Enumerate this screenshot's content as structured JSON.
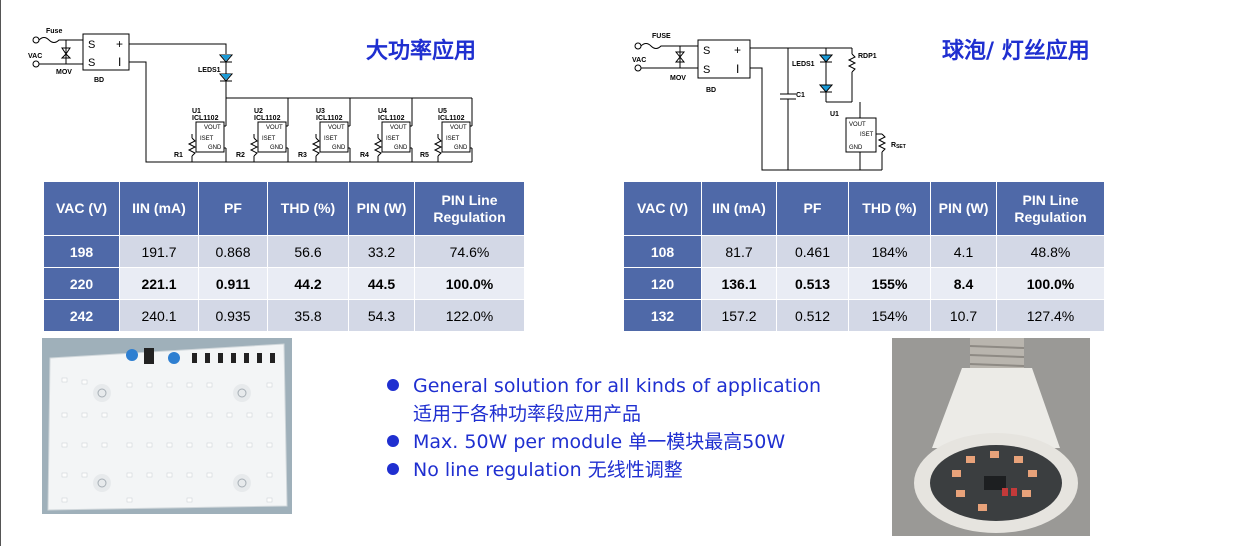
{
  "left": {
    "title": "大功率应用",
    "circuit_labels": {
      "fuse": "Fuse",
      "vac": "VAC",
      "mov": "MOV",
      "bd": "BD",
      "leds": "LEDS1",
      "units": [
        {
          "u": "U1",
          "ic": "ICL1102",
          "r": "R1"
        },
        {
          "u": "U2",
          "ic": "ICL1102",
          "r": "R2"
        },
        {
          "u": "U3",
          "ic": "ICL1102",
          "r": "R3"
        },
        {
          "u": "U4",
          "ic": "ICL1102",
          "r": "R4"
        },
        {
          "u": "U5",
          "ic": "ICL1102",
          "r": "R5"
        }
      ],
      "pins": {
        "vout": "VOUT",
        "iset": "ISET",
        "gnd": "GND"
      }
    },
    "table": {
      "headers": [
        "VAC (V)",
        "IIN (mA)",
        "PF",
        "THD (%)",
        "PIN (W)",
        "PIN Line Regulation"
      ],
      "rows": [
        [
          "198",
          "191.7",
          "0.868",
          "56.6",
          "33.2",
          "74.6%"
        ],
        [
          "220",
          "221.1",
          "0.911",
          "44.2",
          "44.5",
          "100.0%"
        ],
        [
          "242",
          "240.1",
          "0.935",
          "35.8",
          "54.3",
          "122.0%"
        ]
      ]
    }
  },
  "right": {
    "title": "球泡/ 灯丝应用",
    "circuit_labels": {
      "fuse": "FUSE",
      "vac": "VAC",
      "mov": "MOV",
      "bd": "BD",
      "c1": "C1",
      "leds": "LEDS1",
      "rdp": "RDP1",
      "u1": "U1",
      "rset": "R",
      "rset_sub": "SET",
      "pins": {
        "vout": "VOUT",
        "iset": "ISET",
        "gnd": "GND"
      }
    },
    "table": {
      "headers": [
        "VAC (V)",
        "IIN (mA)",
        "PF",
        "THD (%)",
        "PIN (W)",
        "PIN Line Regulation"
      ],
      "rows": [
        [
          "108",
          "81.7",
          "0.461",
          "184%",
          "4.1",
          "48.8%"
        ],
        [
          "120",
          "136.1",
          "0.513",
          "155%",
          "8.4",
          "100.0%"
        ],
        [
          "132",
          "157.2",
          "0.512",
          "154%",
          "10.7",
          "127.4%"
        ]
      ]
    }
  },
  "bullets": [
    {
      "text": "General solution for all kinds of application",
      "subtext": "适用于各种功率段应用产品"
    },
    {
      "text": "Max. 50W per module 单一模块最高50W",
      "subtext": ""
    },
    {
      "text": "No line regulation 无线性调整",
      "subtext": ""
    }
  ],
  "colors": {
    "accent_blue": "#1f2fd0",
    "table_header": "#4f69a8",
    "row_dark": "#d3d8e6",
    "row_light": "#e9ecf4"
  }
}
